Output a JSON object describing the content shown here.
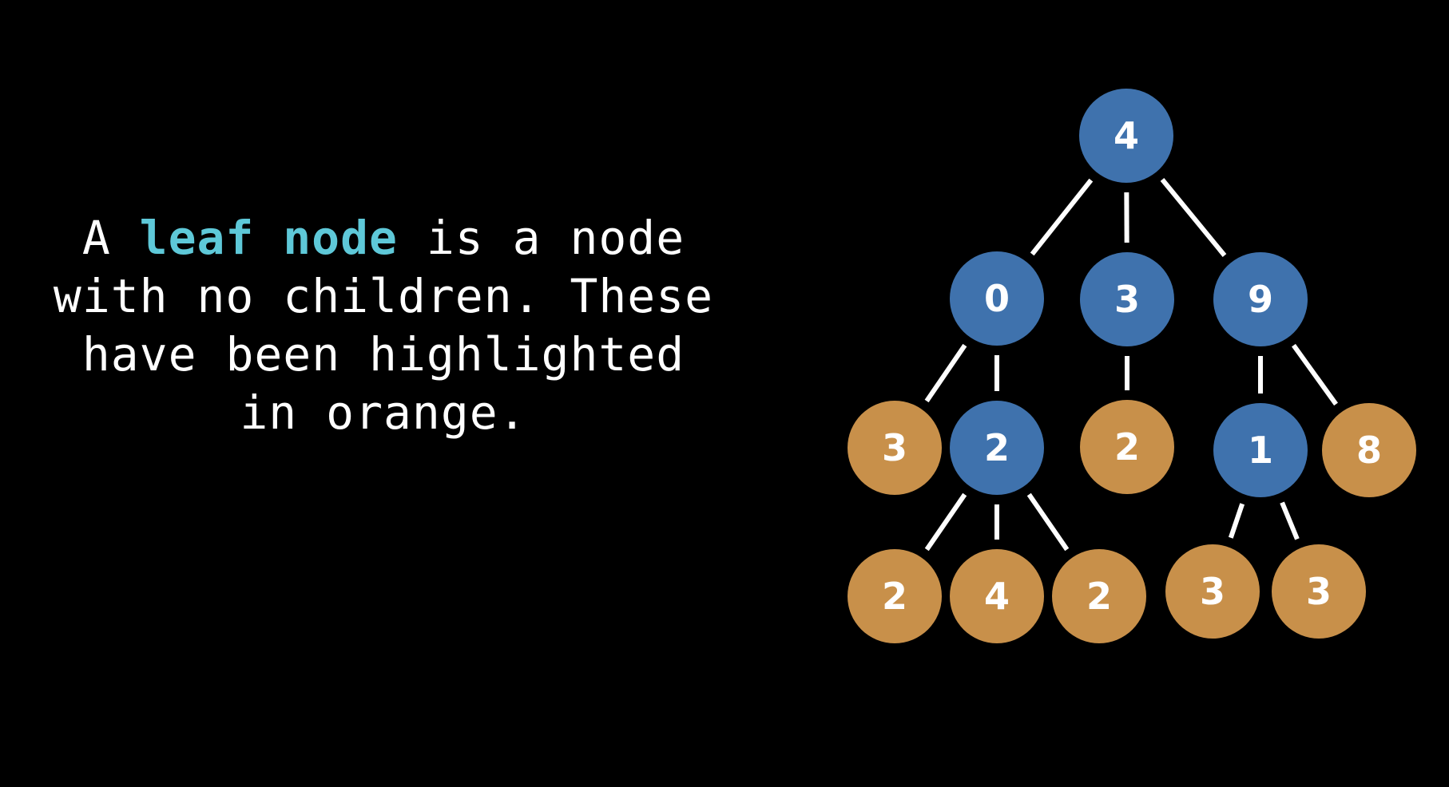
{
  "caption": {
    "line1_pre": "A ",
    "line1_highlight": "leaf node",
    "line1_post": " is a node",
    "line2": "with no children. These",
    "line3": "have been highlighted",
    "line4": "in orange."
  },
  "colors": {
    "background": "#000000",
    "highlight_text": "#5ec8d8",
    "internal_node": "#3f72ad",
    "leaf_node": "#c8904a",
    "edge": "#ffffff",
    "label": "#ffffff"
  },
  "tree": {
    "nodes": [
      {
        "id": "n4root",
        "label": "4",
        "type": "internal"
      },
      {
        "id": "n0",
        "label": "0",
        "type": "internal"
      },
      {
        "id": "n3a",
        "label": "3",
        "type": "internal"
      },
      {
        "id": "n9",
        "label": "9",
        "type": "internal"
      },
      {
        "id": "n3leaf",
        "label": "3",
        "type": "leaf"
      },
      {
        "id": "n2mid",
        "label": "2",
        "type": "internal"
      },
      {
        "id": "n2leafA",
        "label": "2",
        "type": "leaf"
      },
      {
        "id": "n1",
        "label": "1",
        "type": "internal"
      },
      {
        "id": "n8",
        "label": "8",
        "type": "leaf"
      },
      {
        "id": "n2leafB",
        "label": "2",
        "type": "leaf"
      },
      {
        "id": "n4leaf",
        "label": "4",
        "type": "leaf"
      },
      {
        "id": "n2leafC",
        "label": "2",
        "type": "leaf"
      },
      {
        "id": "n3leafB",
        "label": "3",
        "type": "leaf"
      },
      {
        "id": "n3leafC",
        "label": "3",
        "type": "leaf"
      }
    ],
    "edges": [
      [
        "n4root",
        "n0"
      ],
      [
        "n4root",
        "n3a"
      ],
      [
        "n4root",
        "n9"
      ],
      [
        "n0",
        "n3leaf"
      ],
      [
        "n0",
        "n2mid"
      ],
      [
        "n3a",
        "n2leafA"
      ],
      [
        "n9",
        "n1"
      ],
      [
        "n9",
        "n8"
      ],
      [
        "n2mid",
        "n2leafB"
      ],
      [
        "n2mid",
        "n4leaf"
      ],
      [
        "n2mid",
        "n2leafC"
      ],
      [
        "n1",
        "n3leafB"
      ],
      [
        "n1",
        "n3leafC"
      ]
    ]
  }
}
